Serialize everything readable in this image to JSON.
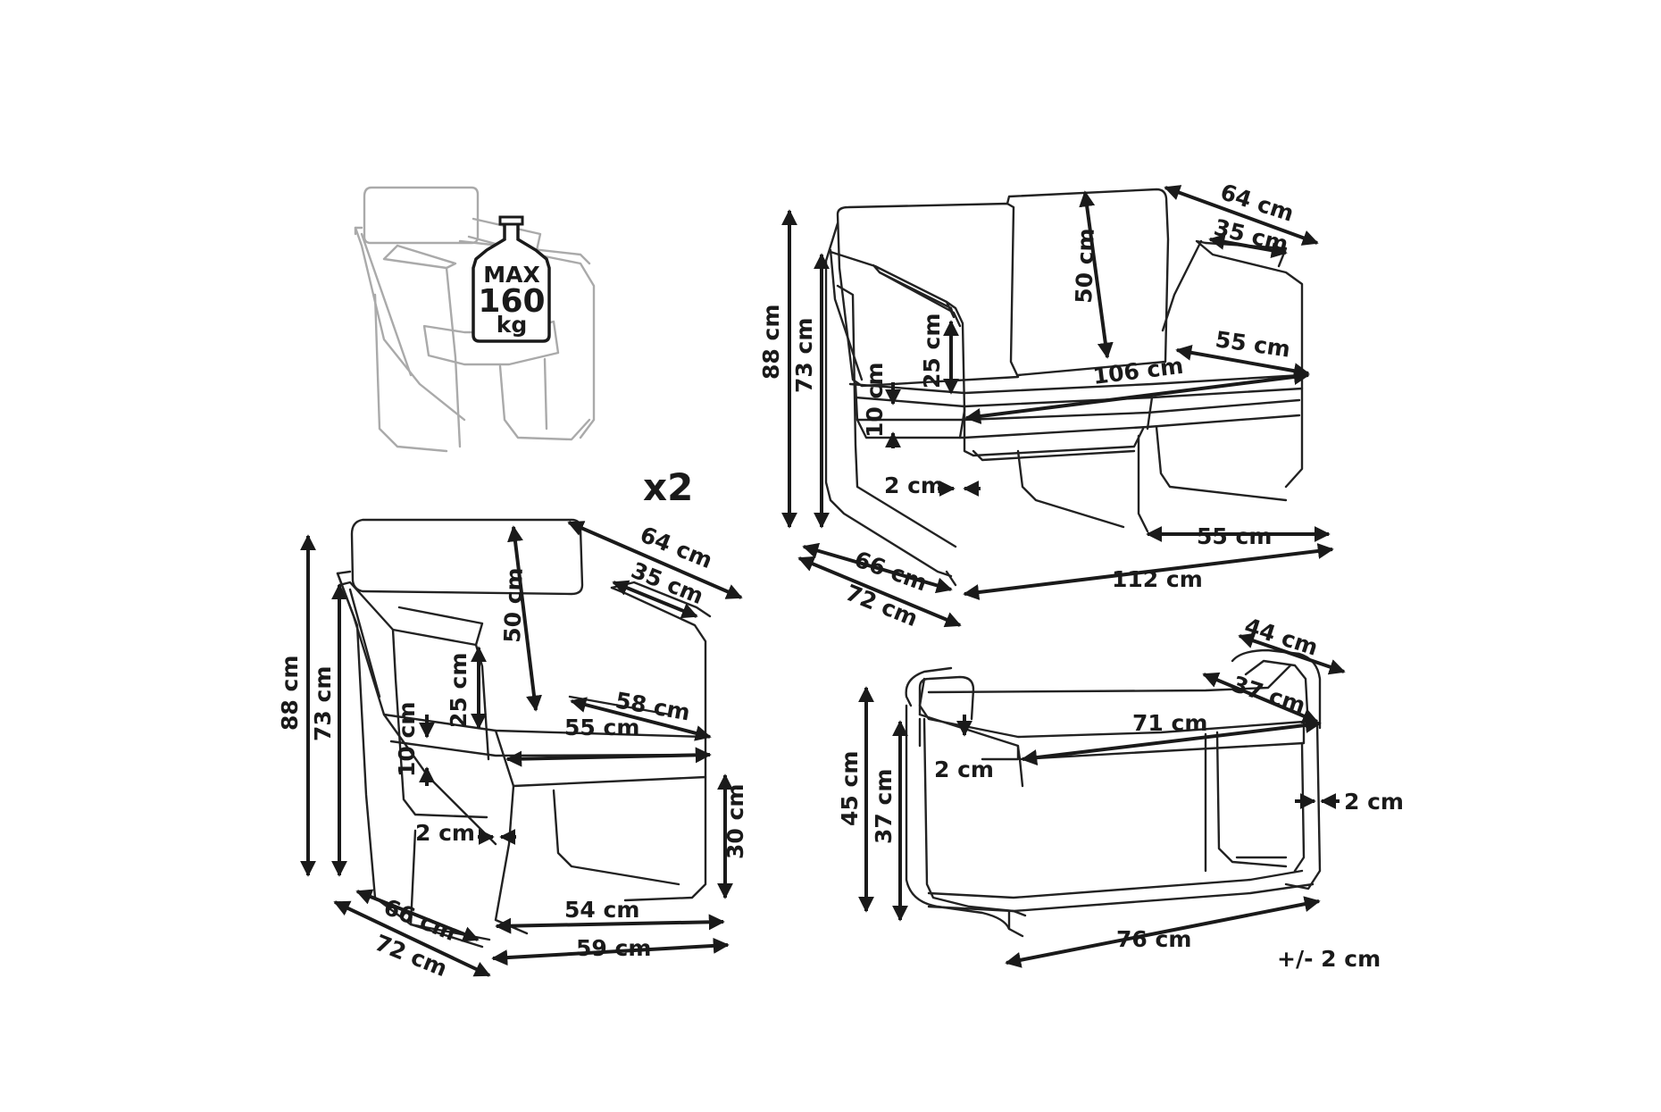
{
  "weight_badge": {
    "line1": "MAX",
    "line2": "160",
    "line3": "kg"
  },
  "quantity_label": "x2",
  "armchair": {
    "depth_total": "64 cm",
    "armrest_width": "35 cm",
    "backrest_height": "50 cm",
    "total_height": "88 cm",
    "arm_height": "73 cm",
    "cushion_height": "25 cm",
    "seat_thickness": "10 cm",
    "seat_depth": "58 cm",
    "seat_width": "55 cm",
    "frame_gap": "2 cm",
    "seat_floor_height": "30 cm",
    "inner_depth": "66 cm",
    "outer_depth": "72 cm",
    "front_width": "54 cm",
    "overall_width": "59 cm"
  },
  "sofa": {
    "depth_total": "64 cm",
    "armrest_width": "35 cm",
    "backrest_height": "50 cm",
    "total_height": "88 cm",
    "arm_height": "73 cm",
    "cushion_height": "25 cm",
    "seat_thickness": "10 cm",
    "seat_depth": "55 cm",
    "seat_width": "106 cm",
    "frame_gap": "2 cm",
    "rear_width": "55 cm",
    "inner_depth": "66 cm",
    "outer_depth": "72 cm",
    "overall_width": "112 cm"
  },
  "table": {
    "depth_outer": "44 cm",
    "depth_inner": "37 cm",
    "top_width": "71 cm",
    "top_thickness": "2 cm",
    "side_gap": "2 cm",
    "height_outer": "45 cm",
    "height_inner": "37 cm",
    "overall_width": "76 cm"
  },
  "tolerance": "+/- 2 cm"
}
